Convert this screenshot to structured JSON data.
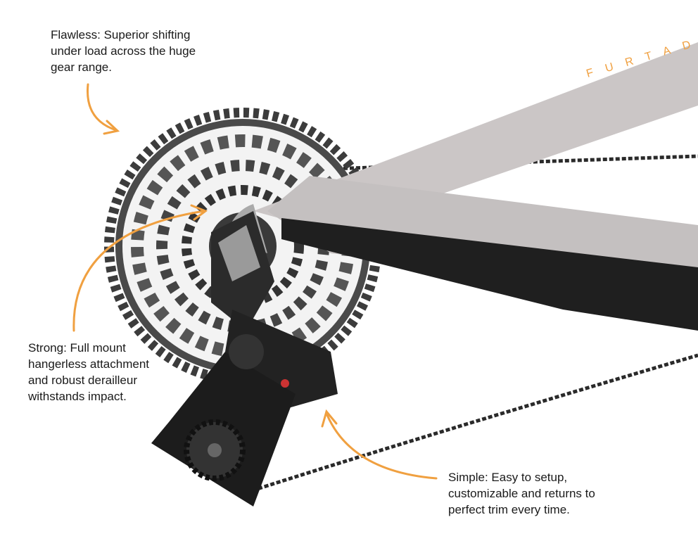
{
  "callouts": {
    "flawless": "Flawless: Superior shifting under load across the huge gear range.",
    "strong": "Strong: Full mount hangerless attachment and robust derailleur withstands impact.",
    "simple": "Simple: Easy to setup, customizable and returns to perfect trim every time."
  },
  "frame_lettering": "FURTADO",
  "colors": {
    "accent": "#f0a040",
    "text": "#1a1a1a",
    "frame": "#c9c4c4",
    "cassette": "#3a3a3a"
  }
}
